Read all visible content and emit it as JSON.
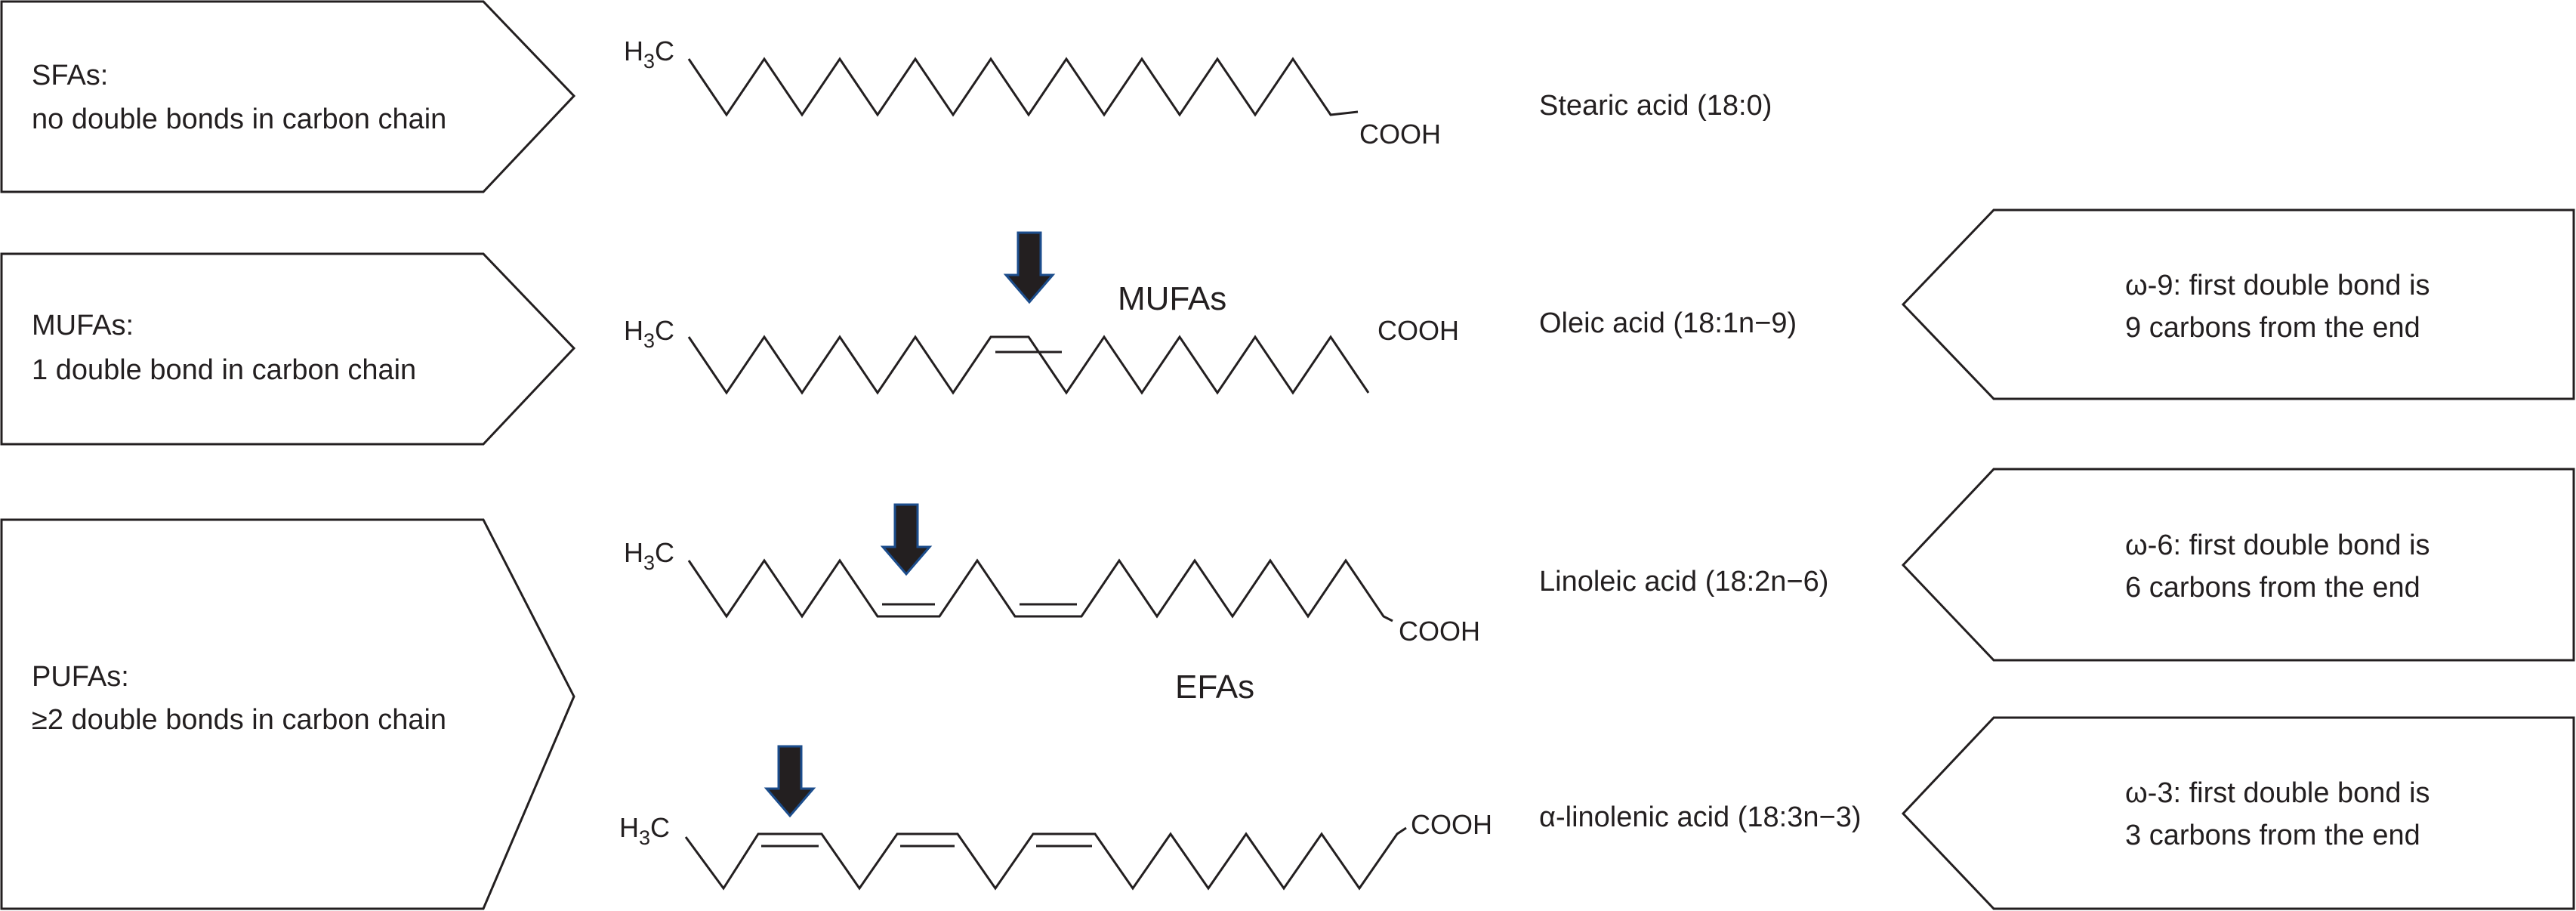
{
  "left_boxes": [
    {
      "title": "SFAs:",
      "desc": "no double bonds in carbon chain"
    },
    {
      "title": "MUFAs:",
      "desc": "1 double bond in carbon chain"
    },
    {
      "title": "PUFAs:",
      "desc": "≥2 double bonds in carbon chain"
    }
  ],
  "molecules": {
    "methyl_prefix": "H",
    "methyl_sub": "3",
    "methyl_suffix": "C",
    "acid_group": "COOH"
  },
  "acids": [
    {
      "name": "Stearic acid (18:0)"
    },
    {
      "name": "Oleic acid (18:1n−9)"
    },
    {
      "name": "Linoleic acid (18:2n−6)"
    },
    {
      "name": "α-linolenic acid (18:3n−3)"
    }
  ],
  "group_labels": {
    "mufa": "MUFAs",
    "efa": "EFAs"
  },
  "right_boxes": [
    {
      "line1": "ω-9: first double bond is",
      "line2": "9 carbons from the end"
    },
    {
      "line1": "ω-6: first double bond is",
      "line2": "6 carbons from the end"
    },
    {
      "line1": "ω-3: first double bond is",
      "line2": "3 carbons from the end"
    }
  ],
  "colors": {
    "stroke": "#231f20",
    "arrow_outline": "#1c4d8c"
  }
}
